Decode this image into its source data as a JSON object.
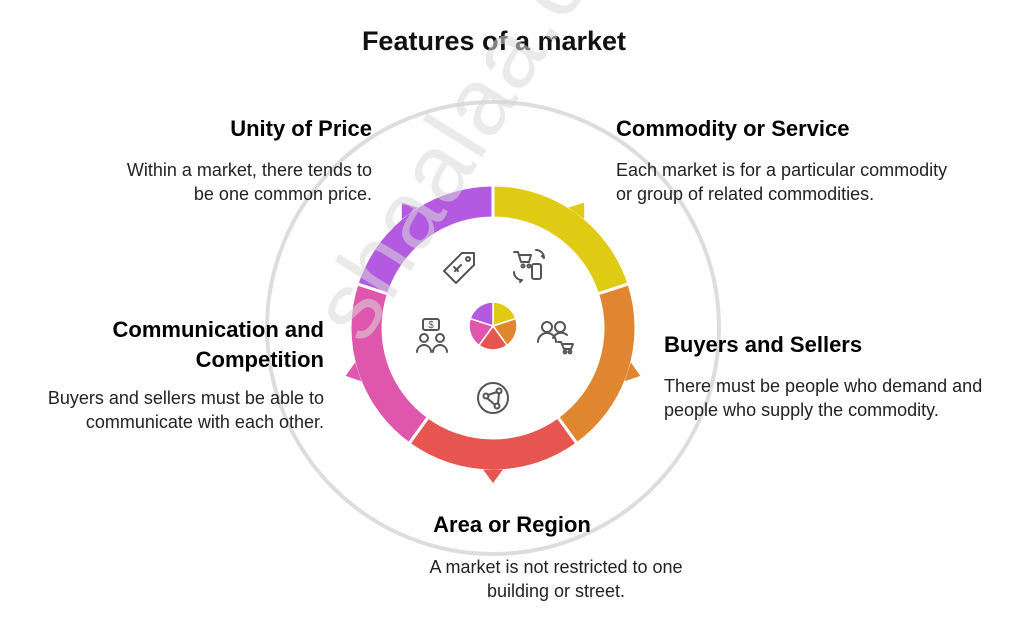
{
  "title": "Features of a market",
  "watermark": "shaalaa.com",
  "colors": {
    "unity": "#B35AE0",
    "commodity": "#E0CB14",
    "buyers": "#E08630",
    "area": "#E6554F",
    "communication": "#DF57AD",
    "outline": "#dddddd",
    "icon": "#555555"
  },
  "features": [
    {
      "key": "unity",
      "title": "Unity of Price",
      "desc": [
        "Within a market, there tends to",
        "be one common price."
      ],
      "icon": "price-tag-icon"
    },
    {
      "key": "commodity",
      "title": "Commodity or Service",
      "desc": [
        "Each market is for a particular commodity",
        "or group of related commodities."
      ],
      "icon": "cart-exchange-icon"
    },
    {
      "key": "buyers",
      "title": "Buyers and Sellers",
      "desc": [
        "There must be people who demand and",
        "people who supply the commodity."
      ],
      "icon": "people-cart-icon"
    },
    {
      "key": "area",
      "title": "Area or Region",
      "desc": [
        "A market is not restricted to one",
        "building or street."
      ],
      "icon": "network-globe-icon"
    },
    {
      "key": "communication",
      "title": [
        "Communication and",
        "Competition"
      ],
      "desc": [
        "Buyers and sellers must be able to",
        "communicate with each other."
      ],
      "icon": "people-money-icon"
    }
  ]
}
